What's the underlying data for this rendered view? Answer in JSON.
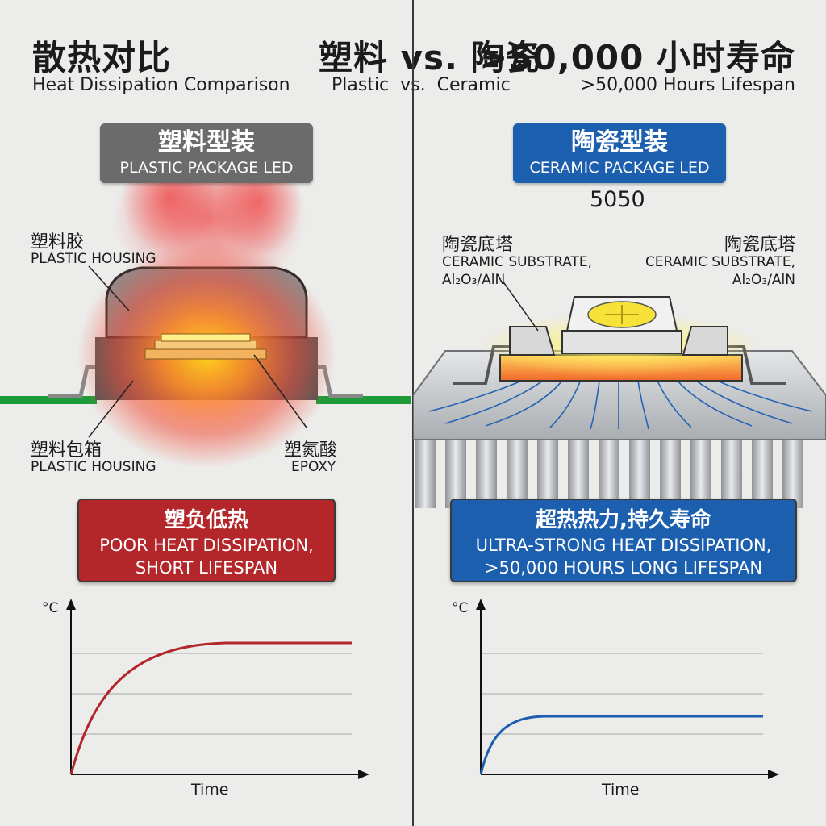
{
  "header": {
    "col1": {
      "cn": "散热对比",
      "en": "Heat Dissipation Comparison"
    },
    "col2": {
      "cn": "塑料 vs. 陶瓷",
      "en": "Plastic  vs.  Ceramic"
    },
    "col3": {
      "cn": ">50,000 小时寿命",
      "en": ">50,000 Hours Lifespan"
    }
  },
  "left": {
    "badge": {
      "cn": "塑料型装",
      "en": "PLASTIC PACKAGE LED",
      "color": "#6b6b6b"
    },
    "labels": {
      "housing_top": {
        "cn": "塑料胶",
        "en": "PLASTIC HOUSING"
      },
      "housing_bottom": {
        "cn": "塑料包箱",
        "en": "PLASTIC HOUSING"
      },
      "epoxy": {
        "cn": "塑氮酸",
        "en": "EPOXY"
      }
    },
    "verdict": {
      "cn": "塑负低热",
      "en1": "POOR HEAT DISSIPATION,",
      "en2": "SHORT LIFESPAN",
      "color": "#b3262a"
    },
    "graph": {
      "unit": "°C",
      "xlabel": "Time",
      "curve_color": "#b3262a"
    }
  },
  "right": {
    "badge": {
      "cn": "陶瓷型装",
      "en": "CERAMIC PACKAGE LED",
      "color": "#1b5fae"
    },
    "model": "5050",
    "labels": {
      "substrate_left": {
        "cn": "陶瓷底塔",
        "en": "CERAMIC SUBSTRATE,",
        "formula": "Al₂O₃/AlN"
      },
      "substrate_right": {
        "cn": "陶瓷底塔",
        "en": "CERAMIC SUBSTRATE,",
        "formula": "Al₂O₃/AlN"
      }
    },
    "verdict": {
      "cn": "超热热力,持久寿命",
      "en1": "ULTRA-STRONG HEAT DISSIPATION,",
      "en2": ">50,000 HOURS LONG LIFESPAN",
      "color": "#1b5fae"
    },
    "graph": {
      "unit": "°C",
      "xlabel": "Time",
      "curve_color": "#1b5fae"
    }
  }
}
